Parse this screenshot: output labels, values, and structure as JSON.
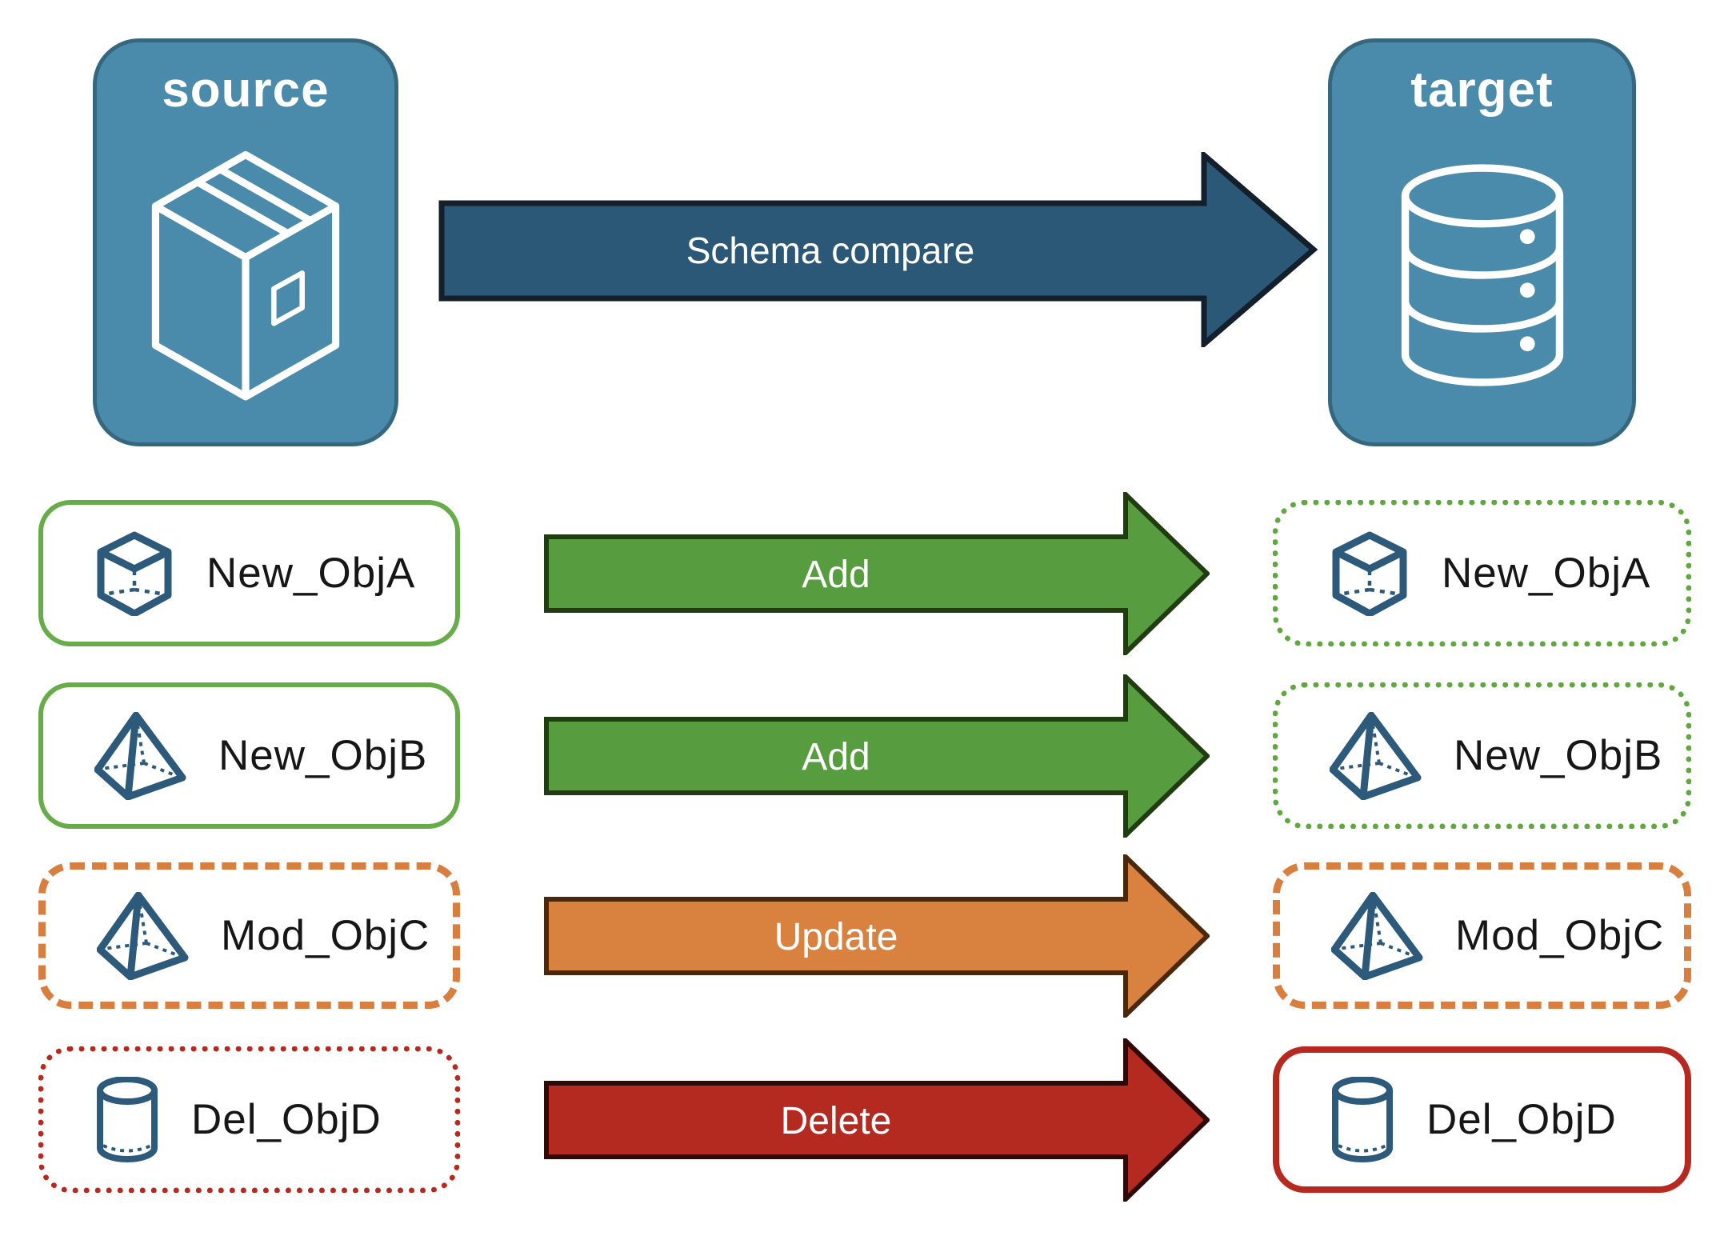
{
  "source_node": {
    "label": "source",
    "icon": "package-box"
  },
  "target_node": {
    "label": "target",
    "icon": "database"
  },
  "compare_arrow": {
    "label": "Schema compare",
    "fill": "#2c5878",
    "border_color": "#131f2b"
  },
  "rows": [
    {
      "name": "New_ObjA",
      "icon": "cube",
      "action": "Add",
      "arrow_fill": "#579d3f",
      "arrow_border": "#203c10",
      "source_box_style": "green-solid",
      "target_box_style": "green-dotted"
    },
    {
      "name": "New_ObjB",
      "icon": "pyramid",
      "action": "Add",
      "arrow_fill": "#579d3f",
      "arrow_border": "#203c10",
      "source_box_style": "green-solid",
      "target_box_style": "green-dotted"
    },
    {
      "name": "Mod_ObjC",
      "icon": "pyramid",
      "action": "Update",
      "arrow_fill": "#d9813f",
      "arrow_border": "#4a280c",
      "source_box_style": "orange-dashed",
      "target_box_style": "orange-dashed"
    },
    {
      "name": "Del_ObjD",
      "icon": "cylinder",
      "action": "Delete",
      "arrow_fill": "#b42a21",
      "arrow_border": "#2d0a07",
      "source_box_style": "red-dotted",
      "target_box_style": "red-solid"
    }
  ],
  "colors": {
    "node_fill": "#4a8bab",
    "node_border": "#35687e",
    "icon_stroke": "#2d5a7a",
    "green_border": "#68ac4a",
    "orange_border": "#d87e3e",
    "red_border": "#b7281e",
    "text": "#161616",
    "white": "#ffffff"
  }
}
